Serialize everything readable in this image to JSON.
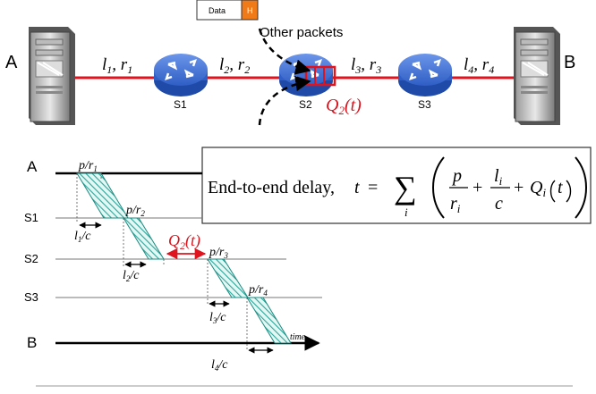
{
  "colors": {
    "link": "#e0141e",
    "router": "#3f6fd3",
    "router_dark": "#1f4aa8",
    "hatch": "#2aa59a",
    "hatch_bg": "#e3f8f5",
    "header": "#f07a18",
    "queue_label": "#d8141e"
  },
  "topology": {
    "host_a": "A",
    "host_b": "B",
    "routers": [
      "S1",
      "S2",
      "S3"
    ],
    "links": [
      {
        "l": "l",
        "l_sub": "1",
        "r": "r",
        "r_sub": "1"
      },
      {
        "l": "l",
        "l_sub": "2",
        "r": "r",
        "r_sub": "2"
      },
      {
        "l": "l",
        "l_sub": "3",
        "r": "r",
        "r_sub": "3"
      },
      {
        "l": "l",
        "l_sub": "4",
        "r": "r",
        "r_sub": "4"
      }
    ],
    "packet": {
      "data": "Data",
      "header": "H"
    },
    "other_packets": "Other packets",
    "queue": {
      "q": "Q",
      "sub": "2",
      "arg": "(t)"
    },
    "icons": [
      "server-icon",
      "router-icon"
    ]
  },
  "formula": {
    "lead": "End-to-end delay,",
    "lhs": "t",
    "eq": "=",
    "sum": "∑",
    "sum_index": "i",
    "p": "p",
    "r": "r",
    "r_sub": "i",
    "l": "l",
    "l_sub": "i",
    "c": "c",
    "plus": "+",
    "q": "Q",
    "q_sub": "i",
    "arg": "t"
  },
  "timeline": {
    "rows": [
      "A",
      "S1",
      "S2",
      "S3",
      "B"
    ],
    "tx_labels": [
      {
        "p": "p/r",
        "sub": "1"
      },
      {
        "p": "p/r",
        "sub": "2"
      },
      {
        "p": "p/r",
        "sub": "3"
      },
      {
        "p": "p/r",
        "sub": "4"
      }
    ],
    "prop_labels": [
      {
        "l": "l",
        "sub": "1",
        "tail": "/c"
      },
      {
        "l": "l",
        "sub": "2",
        "tail": "/c"
      },
      {
        "l": "l",
        "sub": "3",
        "tail": "/c"
      },
      {
        "l": "l",
        "sub": "4",
        "tail": "/c"
      }
    ],
    "queue": {
      "q": "Q",
      "sub": "2",
      "arg": "(t)"
    },
    "time_label": "time"
  }
}
